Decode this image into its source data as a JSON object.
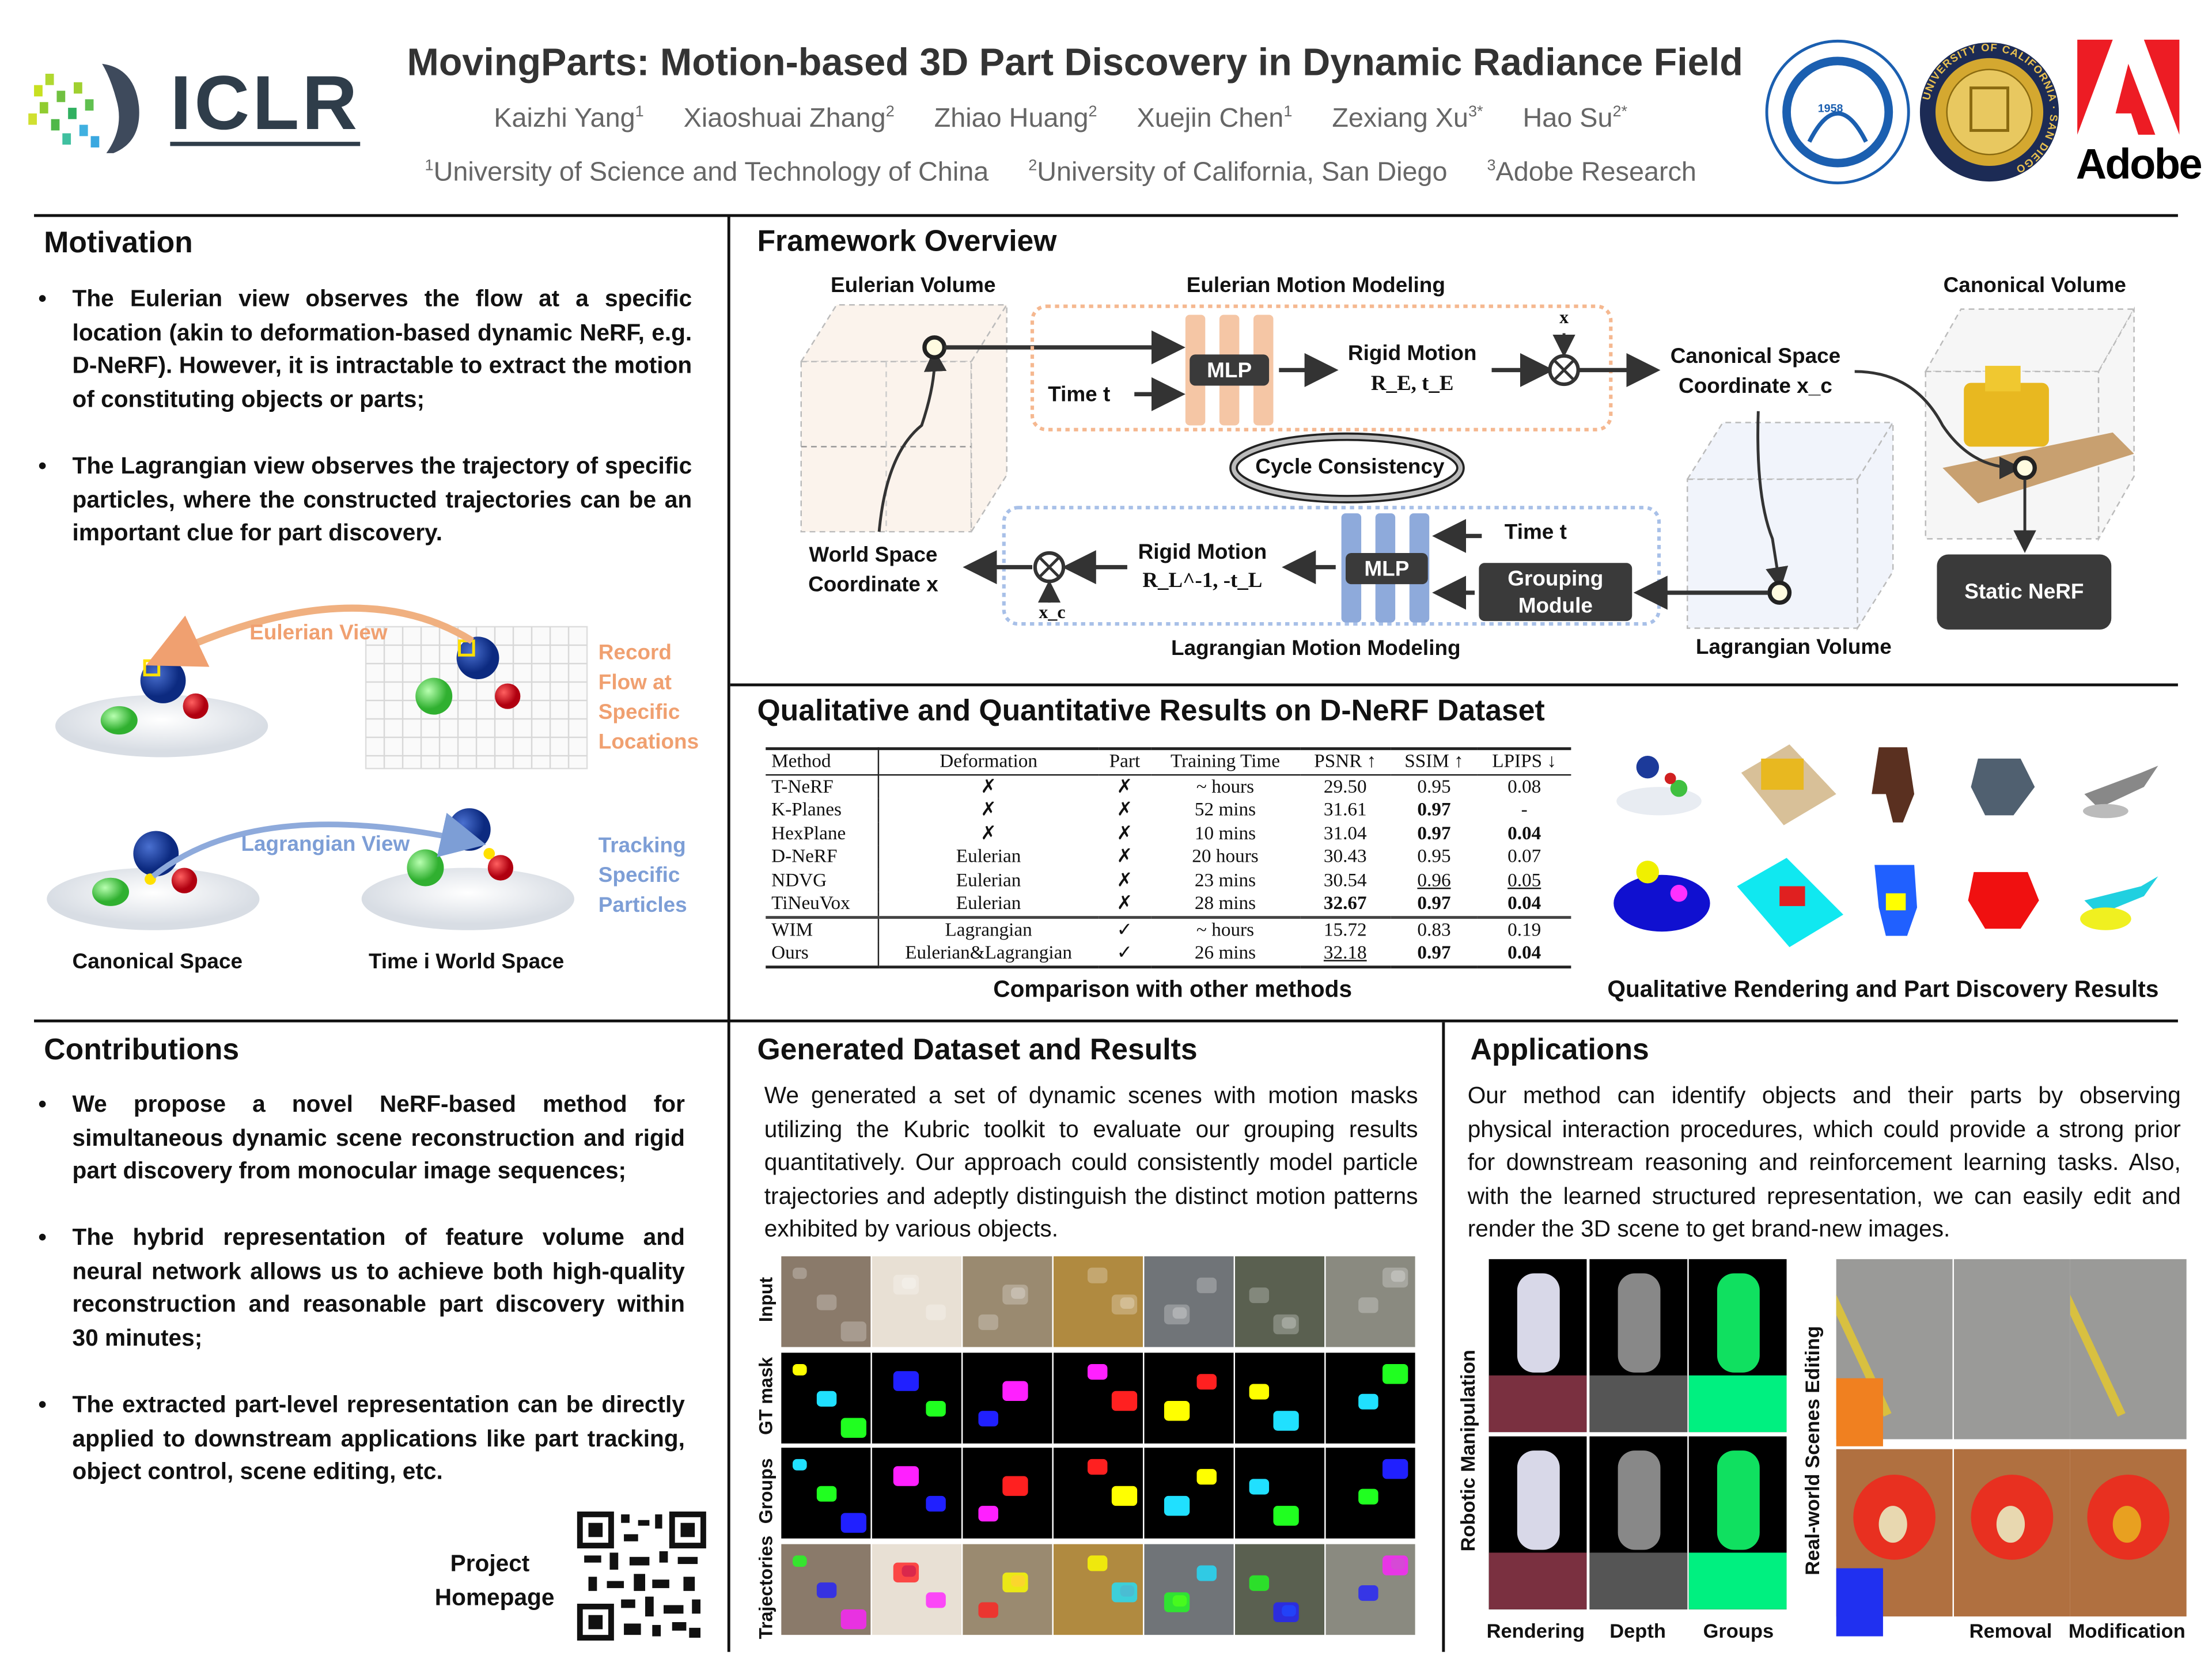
{
  "header": {
    "conference_logo": "ICLR",
    "title": "MovingParts: Motion-based 3D Part Discovery in Dynamic Radiance Field",
    "authors": [
      {
        "name": "Kaizhi Yang",
        "sup": "1"
      },
      {
        "name": "Xiaoshuai Zhang",
        "sup": "2"
      },
      {
        "name": "Zhiao Huang",
        "sup": "2"
      },
      {
        "name": "Xuejin Chen",
        "sup": "1"
      },
      {
        "name": "Zexiang Xu",
        "sup": "3*"
      },
      {
        "name": "Hao Su",
        "sup": "2*"
      }
    ],
    "affiliations": [
      {
        "sup": "1",
        "name": "University of Science and Technology of China"
      },
      {
        "sup": "2",
        "name": "University of California, San Diego"
      },
      {
        "sup": "3",
        "name": "Adobe Research"
      }
    ],
    "logos": {
      "ustc_year": "1958",
      "ucsd": "UNIVERSITY OF CALIFORNIA · SAN DIEGO",
      "adobe": "Adobe"
    }
  },
  "motivation": {
    "heading": "Motivation",
    "bullets": [
      "The Eulerian view observes the flow at a specific location (akin to deformation-based dynamic NeRF, e.g. D-NeRF). However, it is intractable to extract the motion of constituting objects or parts;",
      "The Lagrangian view observes the trajectory of specific particles, where the constructed trajectories can be an important clue for part discovery."
    ],
    "eulerian_view": "Eulerian View",
    "eulerian_note": [
      "Record",
      "Flow at",
      "Specific",
      "Locations"
    ],
    "lagrangian_view": "Lagrangian View",
    "lagrangian_note": [
      "Tracking",
      "Specific",
      "Particles"
    ],
    "canonical_space": "Canonical Space",
    "world_space": "Time i World Space"
  },
  "framework": {
    "heading": "Framework Overview",
    "eulerian_volume": "Eulerian Volume",
    "eulerian_motion_modeling": "Eulerian Motion Modeling",
    "canonical_volume": "Canonical Volume",
    "mlp": "MLP",
    "time_t": "Time t",
    "rigid_motion": "Rigid Motion",
    "re_te": "R_E, t_E",
    "x": "x",
    "canonical_space_coord": [
      "Canonical Space",
      "Coordinate x_c"
    ],
    "cycle_consistency": "Cycle Consistency",
    "world_space_coord": [
      "World Space",
      "Coordinate x"
    ],
    "rl_tl": "R_L^-1, -t_L",
    "xc": "x_c",
    "grouping_module": [
      "Grouping",
      "Module"
    ],
    "static_nerf": "Static NeRF",
    "lagrangian_motion_modeling": "Lagrangian Motion Modeling",
    "lagrangian_volume": "Lagrangian Volume"
  },
  "results": {
    "heading": "Qualitative and Quantitative Results on D-NeRF Dataset",
    "table": {
      "columns": [
        "Method",
        "Deformation",
        "Part",
        "Training Time",
        "PSNR ↑",
        "SSIM ↑",
        "LPIPS ↓"
      ],
      "rows": [
        [
          "T-NeRF",
          "✗",
          "✗",
          "~ hours",
          "29.50",
          "0.95",
          "0.08"
        ],
        [
          "K-Planes",
          "✗",
          "✗",
          "52 mins",
          "31.61",
          "0.97",
          "-"
        ],
        [
          "HexPlane",
          "✗",
          "✗",
          "10 mins",
          "31.04",
          "0.97",
          "0.04"
        ],
        [
          "D-NeRF",
          "Eulerian",
          "✗",
          "20 hours",
          "30.43",
          "0.95",
          "0.07"
        ],
        [
          "NDVG",
          "Eulerian",
          "✗",
          "23 mins",
          "30.54",
          "0.96",
          "0.05"
        ],
        [
          "TiNeuVox",
          "Eulerian",
          "✗",
          "28 mins",
          "32.67",
          "0.97",
          "0.04"
        ],
        [
          "WIM",
          "Lagrangian",
          "✓",
          "~ hours",
          "15.72",
          "0.83",
          "0.19"
        ],
        [
          "Ours",
          "Eulerian&Lagrangian",
          "✓",
          "26 mins",
          "32.18",
          "0.97",
          "0.04"
        ]
      ]
    },
    "table_caption": "Comparison with other methods",
    "qualitative_caption": "Qualitative Rendering and Part Discovery Results"
  },
  "contributions": {
    "heading": "Contributions",
    "bullets": [
      "We propose a novel NeRF-based method for simultaneous dynamic scene reconstruction and rigid part discovery from monocular image sequences;",
      "The hybrid representation of feature volume and neural network allows us to achieve both high-quality reconstruction and reasonable part discovery within 30 minutes;",
      "The extracted part-level representation can be directly applied to downstream applications like part tracking, object control, scene editing, etc."
    ],
    "project_homepage": [
      "Project",
      "Homepage"
    ]
  },
  "dataset": {
    "heading": "Generated Dataset and Results",
    "text": "We generated a set of dynamic scenes with motion masks utilizing the Kubric toolkit to evaluate our grouping results quantitatively. Our approach could consistently model particle trajectories and adeptly distinguish the distinct motion patterns exhibited by various objects.",
    "row_labels": [
      "Input",
      "GT mask",
      "Groups",
      "Trajectories"
    ]
  },
  "applications": {
    "heading": "Applications",
    "text": "Our method can identify objects and their parts by observing physical interaction procedures, which could provide a strong prior for downstream reasoning and reinforcement learning tasks. Also, with the learned structured representation, we can easily edit and render the 3D scene to get brand-new images.",
    "robotic_label": "Robotic Manipulation",
    "robotic_columns": [
      "Rendering",
      "Depth",
      "Groups"
    ],
    "realworld_label": "Real-world Scenes Editing",
    "realworld_columns": [
      "Removal",
      "Modification"
    ]
  },
  "colors": {
    "eulerian": "#f5c6a5",
    "lagrangian": "#8eaadb",
    "eulerian_text": "#f0a070",
    "lagrangian_text": "#7d9ed6",
    "iclr": "#2f3d4a",
    "adobe": "#ed1c24"
  }
}
